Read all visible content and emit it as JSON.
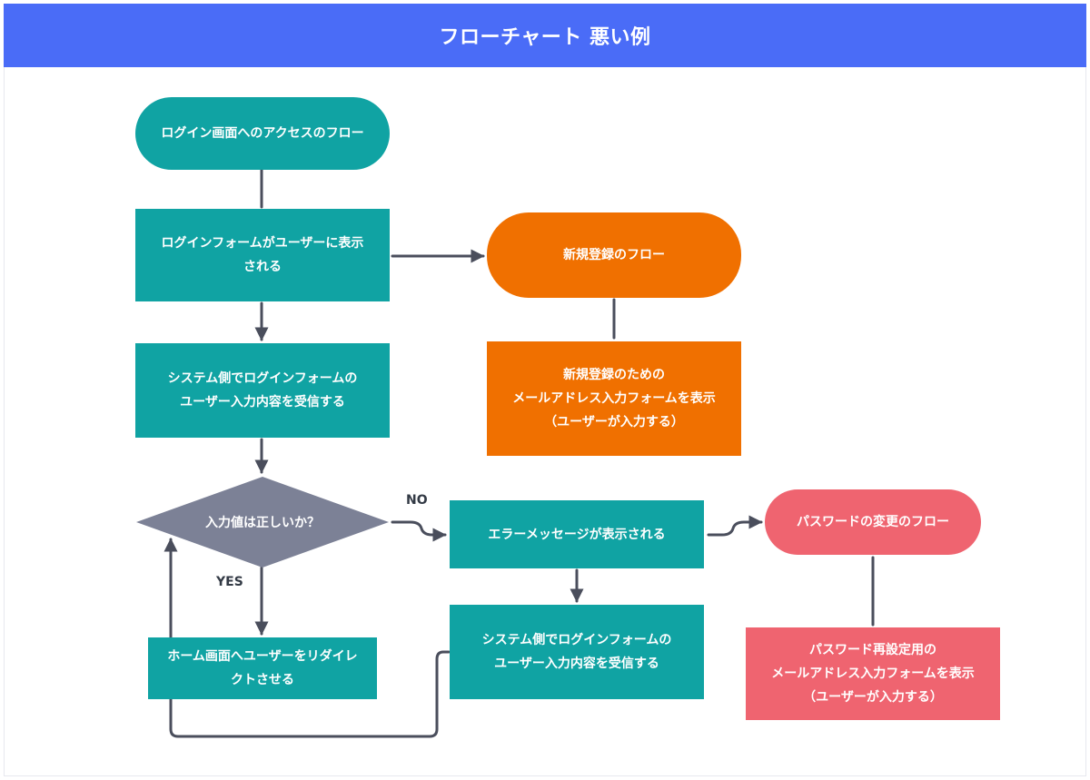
{
  "header": {
    "title": "フローチャート 悪い例"
  },
  "nodes": {
    "start_login": "ログイン画面へのアクセスのフロー",
    "show_login_form": "ログインフォームがユーザーに表示\nされる",
    "receive_input_1": "システム側でログインフォームの\nユーザー入力内容を受信する",
    "decision": "入力値は正しいか？",
    "redirect_home": "ホーム画面へユーザーをリダイレ\nクトさせる",
    "error_message": "エラーメッセージが表示される",
    "receive_input_2": "システム側でログインフォームの\nユーザー入力内容を受信する",
    "signup_flow": "新規登録のフロー",
    "signup_form": "新規登録のための\nメールアドレス入力フォームを表示\n（ユーザーが入力する）",
    "password_flow": "パスワードの変更のフロー",
    "password_form": "パスワード再設定用の\nメールアドレス入力フォームを表示\n（ユーザーが入力する）"
  },
  "edge_labels": {
    "no": "NO",
    "yes": "YES"
  },
  "colors": {
    "header": "#4a6cf7",
    "process": "#10a3a3",
    "signup": "#f07000",
    "password": "#ef6470",
    "decision": "#7c8196",
    "connector": "#4a4e5c"
  }
}
